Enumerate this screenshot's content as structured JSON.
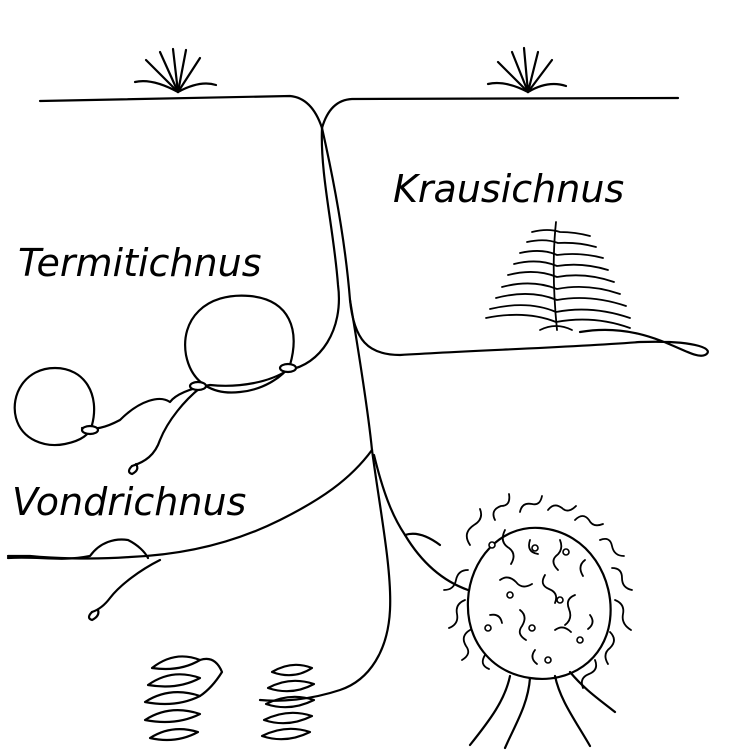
{
  "labels": {
    "krausichnus": "Krausichnus",
    "termitichnus": "Termitichnus",
    "vondrichnus": "Vondrichnus"
  },
  "colors": {
    "line": "#000000",
    "background": "#ffffff"
  }
}
